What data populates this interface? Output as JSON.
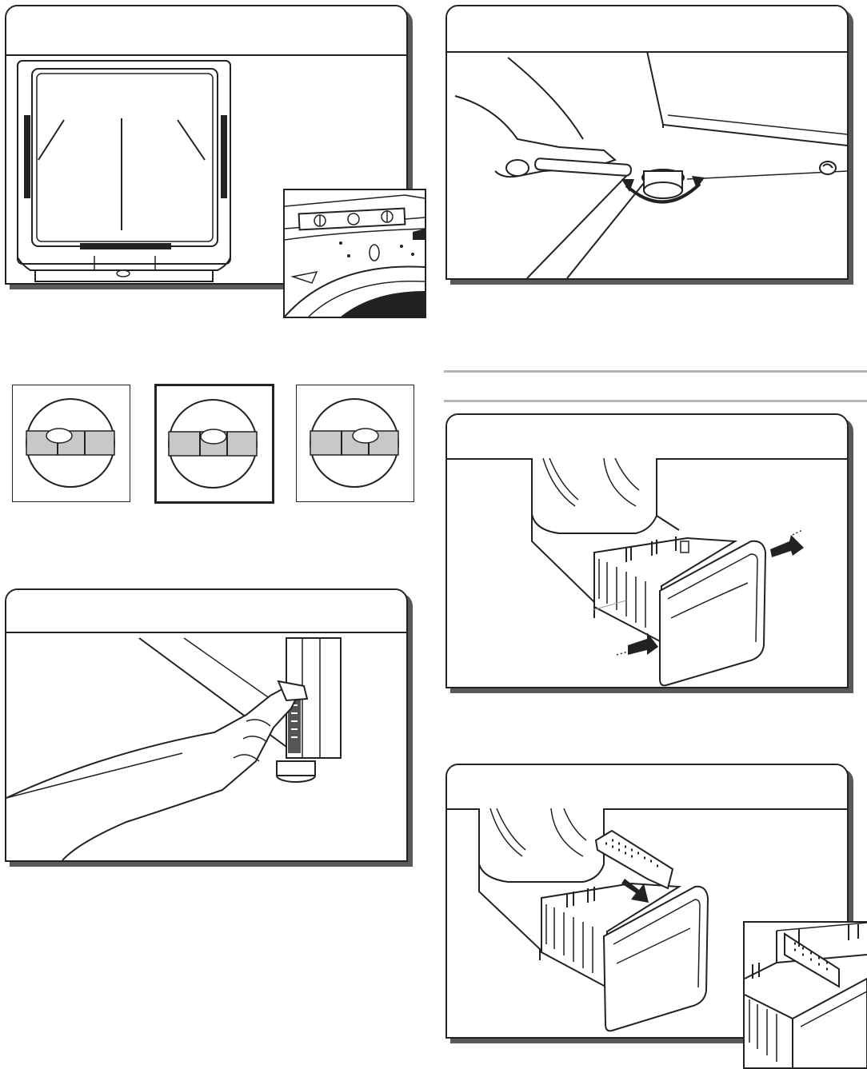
{
  "page": {
    "background": "#ffffff",
    "ink": "#222222",
    "shadow": "#5a5a5a",
    "bubble_vial_fill": "#c8c8c8",
    "divider_color": "#b5b5b5"
  },
  "panels": [
    {
      "id": "level-check-front",
      "caption": ""
    },
    {
      "id": "wrench-foot-adjust",
      "caption": ""
    },
    {
      "id": "rear-foot-turn",
      "caption": ""
    },
    {
      "id": "drawer-install",
      "caption": ""
    },
    {
      "id": "divider-insert",
      "caption": ""
    }
  ],
  "bubble_levels": [
    {
      "state": "left",
      "selected": false
    },
    {
      "state": "centered",
      "selected": true
    },
    {
      "state": "right",
      "selected": false
    }
  ]
}
